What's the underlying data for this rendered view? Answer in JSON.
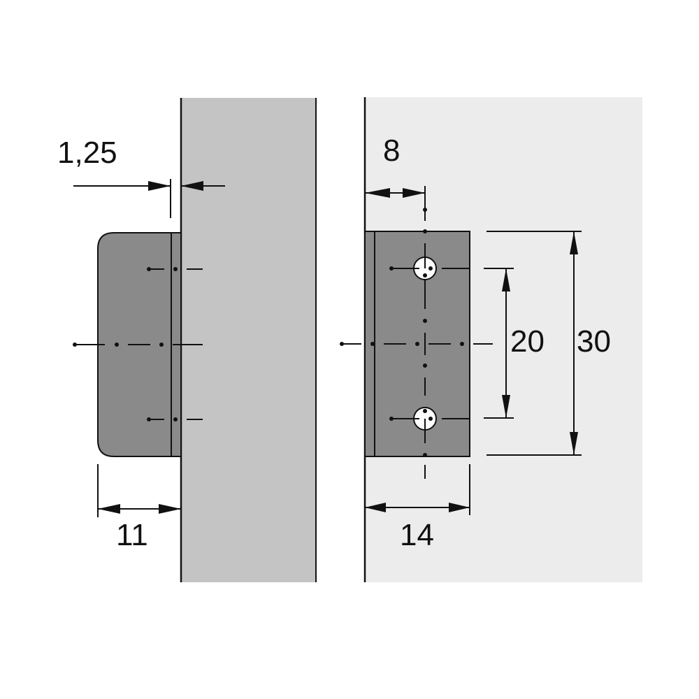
{
  "diagram": {
    "type": "technical-drawing",
    "colors": {
      "background": "#ffffff",
      "panel_side": "#c4c4c4",
      "panel_front": "#ececec",
      "part": "#8a8a8a",
      "line": "#111111",
      "hole": "#ffffff"
    },
    "side_view": {
      "dimensions": {
        "offset": "1,25",
        "depth": "11"
      }
    },
    "front_view": {
      "dimensions": {
        "edge_to_center": "8",
        "hole_spacing": "20",
        "height": "30",
        "width": "14"
      },
      "holes": 2
    }
  }
}
